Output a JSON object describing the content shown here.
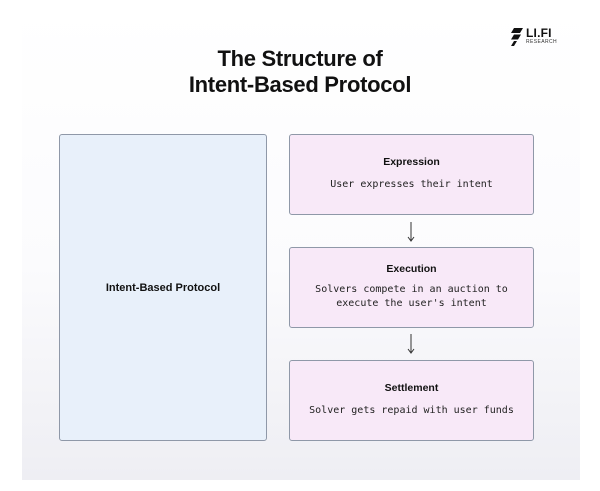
{
  "header": {
    "title_line1": "The Structure of",
    "title_line2": "Intent-Based Protocol"
  },
  "logo": {
    "name": "LI.FI",
    "subtitle": "RESEARCH"
  },
  "diagram": {
    "protocol_label": "Intent-Based Protocol",
    "steps": [
      {
        "title": "Expression",
        "lines": [
          "User expresses their intent"
        ]
      },
      {
        "title": "Execution",
        "lines": [
          "Solvers compete in an auction to",
          "execute the user's intent"
        ]
      },
      {
        "title": "Settlement",
        "lines": [
          "Solver gets repaid with user funds"
        ]
      }
    ]
  },
  "colors": {
    "protocol_fill": "#e8f0fa",
    "step_fill": "#f8e9f8",
    "border": "#8f98a8",
    "text": "#111111"
  }
}
